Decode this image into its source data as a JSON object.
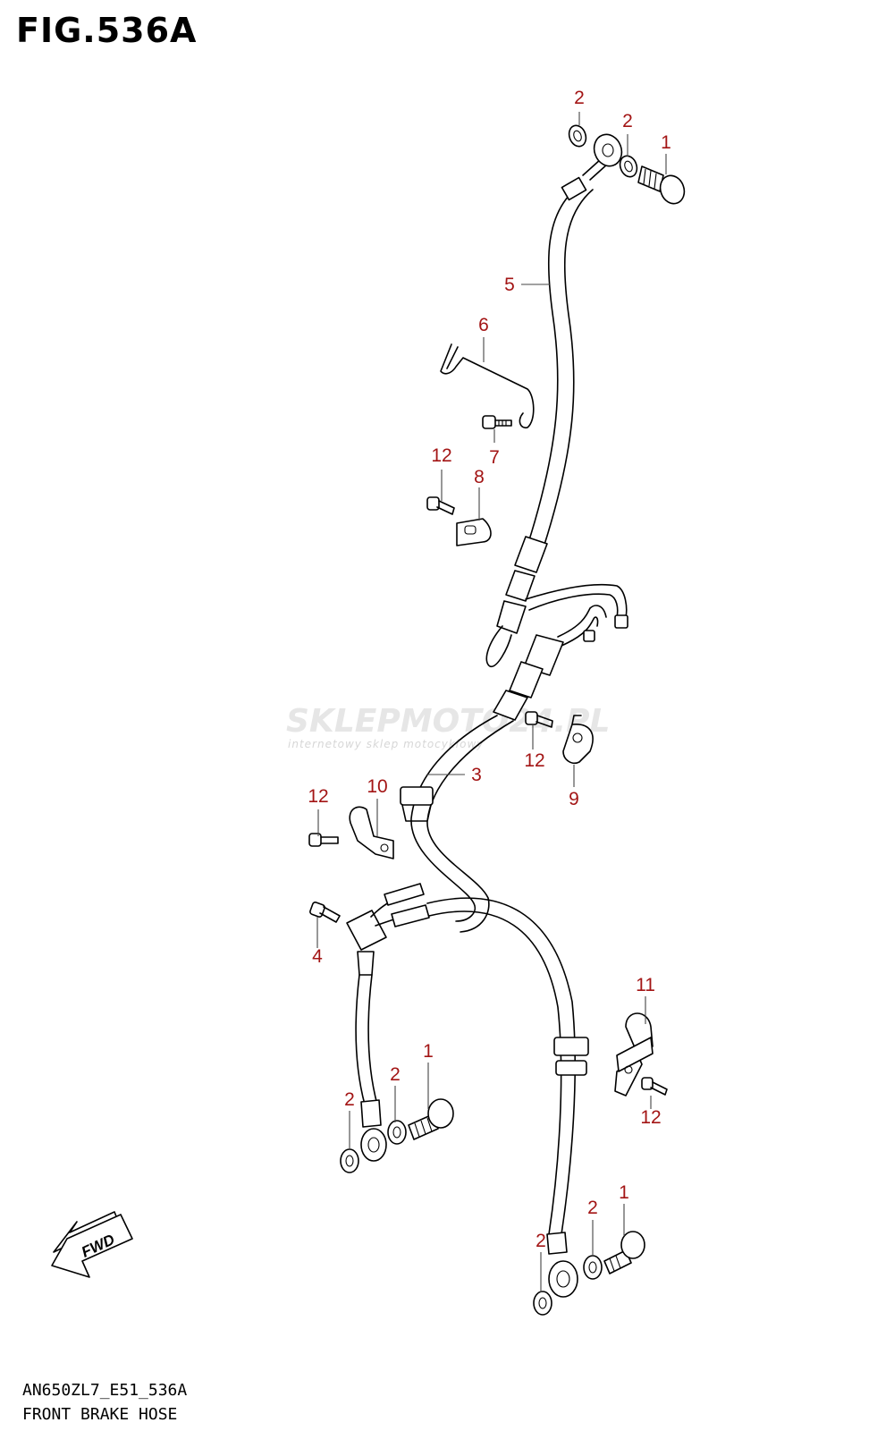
{
  "figure": {
    "title": "FIG.536A"
  },
  "watermark": {
    "brand_left": "SKLEP",
    "brand_right": "MOTO",
    "brand_badge": "24",
    "brand_tld": ".PL",
    "tagline": "internetowy sklep motocyklowy"
  },
  "fwd_arrow": {
    "label": "FWD"
  },
  "callouts": [
    "2",
    "2",
    "1",
    "5",
    "6",
    "7",
    "12",
    "8",
    "3",
    "12",
    "9",
    "12",
    "10",
    "4",
    "11",
    "1",
    "2",
    "2",
    "12",
    "2",
    "1",
    "2"
  ],
  "footer": {
    "model_code": "AN650ZL7_E51_536A",
    "figure_name": "FRONT BRAKE HOSE"
  }
}
